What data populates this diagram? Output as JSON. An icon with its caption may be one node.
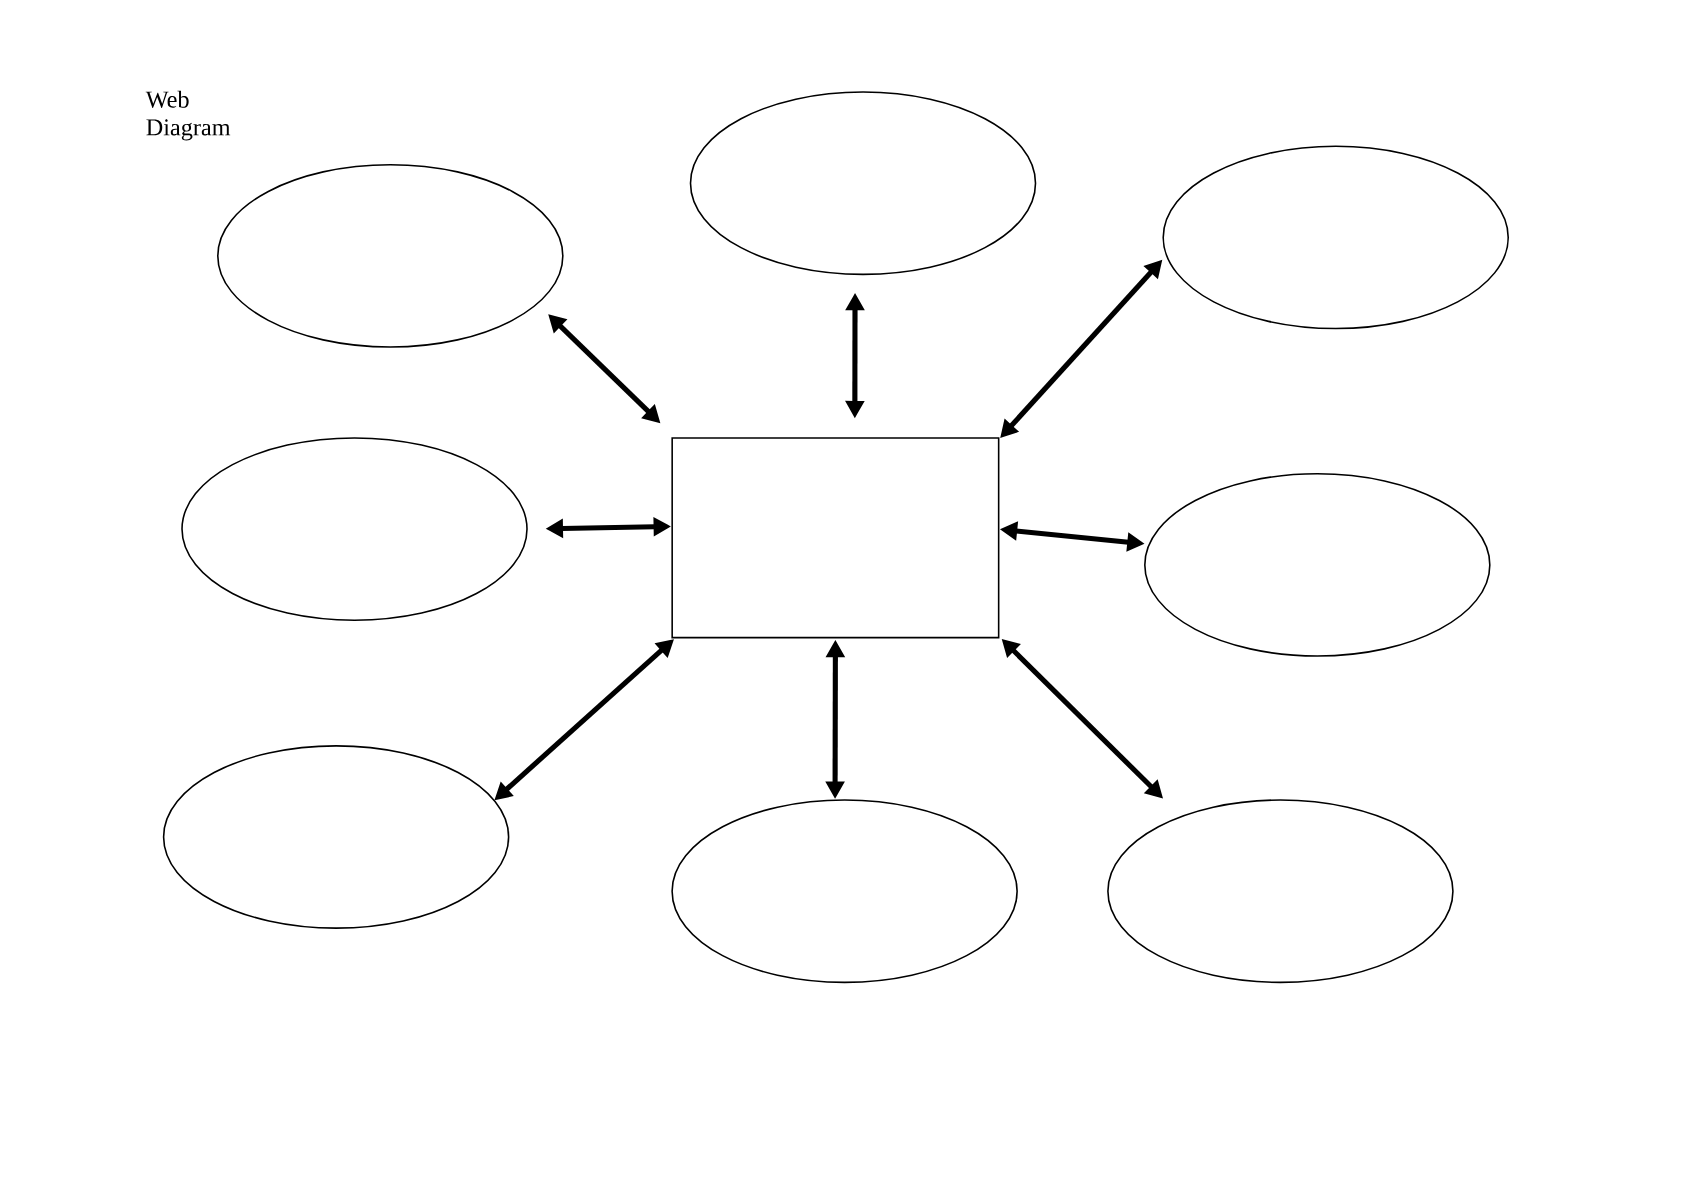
{
  "diagram": {
    "title": "Web Diagram",
    "nodes": [
      {
        "text": [],
        "shape": "ellipse"
      },
      {
        "text": [],
        "shape": "ellipse"
      },
      {
        "text": [],
        "shape": "ellipse"
      },
      {
        "text": [],
        "shape": "ellipse"
      },
      {
        "text": [],
        "shape": "box"
      },
      {
        "text": [],
        "shape": "ellipse"
      },
      {
        "text": [],
        "shape": "ellipse"
      },
      {
        "text": [],
        "shape": "ellipse"
      },
      {
        "text": [],
        "shape": "ellipse"
      }
    ],
    "edges": [
      {
        "from": 4,
        "to": 0,
        "arrow": "both"
      },
      {
        "from": 4,
        "to": 1,
        "arrow": "both"
      },
      {
        "from": 4,
        "to": 2,
        "arrow": "both"
      },
      {
        "from": 4,
        "to": 3,
        "arrow": "both"
      },
      {
        "from": 4,
        "to": 5,
        "arrow": "both"
      },
      {
        "from": 4,
        "to": 6,
        "arrow": "both"
      },
      {
        "from": 4,
        "to": 7,
        "arrow": "both"
      },
      {
        "from": 4,
        "to": 8,
        "arrow": "both"
      }
    ]
  }
}
